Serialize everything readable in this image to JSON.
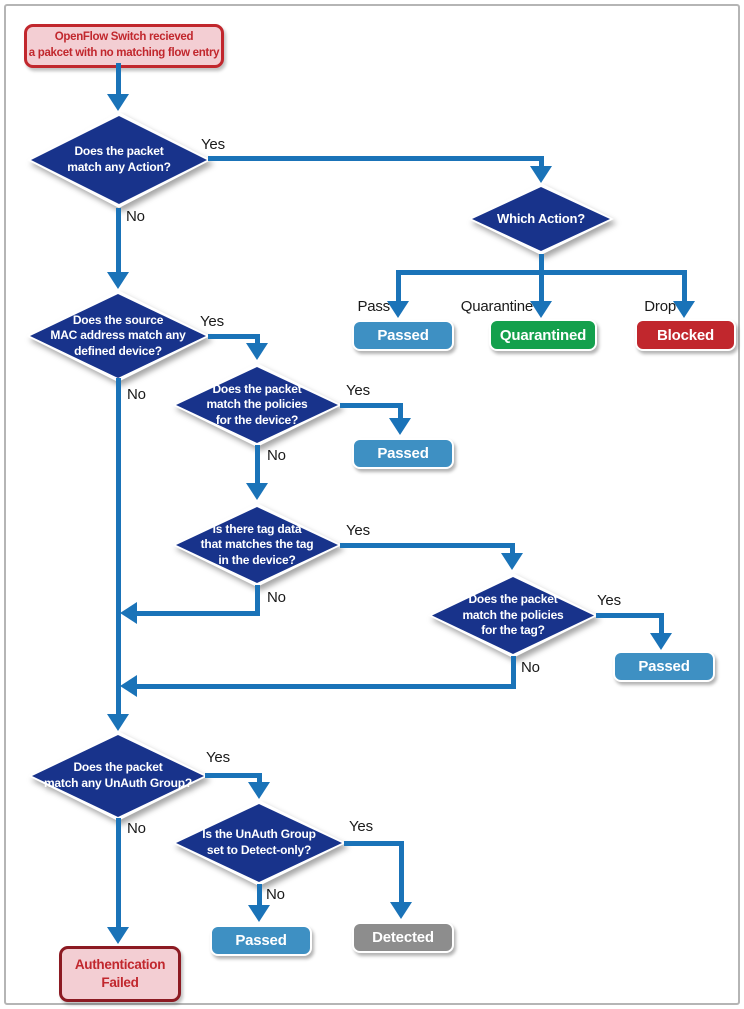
{
  "colors": {
    "line": "#1a73b8",
    "navy": "#18338b",
    "pass-blue": "#3e90c3",
    "quarantine-green": "#14a04d",
    "block-red": "#c1272d",
    "detect-gray": "#8d8d8d",
    "alert-red": "#c1272d",
    "alert-fill": "#f3ced3",
    "alert-border-dark": "#8c1a22",
    "frame": "#b5b5b5"
  },
  "start": {
    "text": "OpenFlow Switch recieved\na pakcet with no matching flow entry"
  },
  "decisions": {
    "match_action": "Does the packet\nmatch any Action?",
    "which_action": "Which Action?",
    "mac_match": "Does the source\nMAC address match any\ndefined device?",
    "device_policies": "Does the packet\nmatch the policies\nfor the device?",
    "tag_data": "Is there tag data\nthat matches the tag\nin the device?",
    "tag_policies": "Does the packet\nmatch the policies\nfor the tag?",
    "unauth_group": "Does the packet\nmatch any UnAuth Group?",
    "detect_only": "Is the UnAuth Group\nset to Detect-only?"
  },
  "labels": {
    "yes": "Yes",
    "no": "No",
    "pass": "Pass",
    "quarantine": "Quarantine",
    "drop": "Drop"
  },
  "outcomes": {
    "passed": "Passed",
    "quarantined": "Quarantined",
    "blocked": "Blocked",
    "detected": "Detected",
    "auth_failed": "Authentication\nFailed"
  }
}
